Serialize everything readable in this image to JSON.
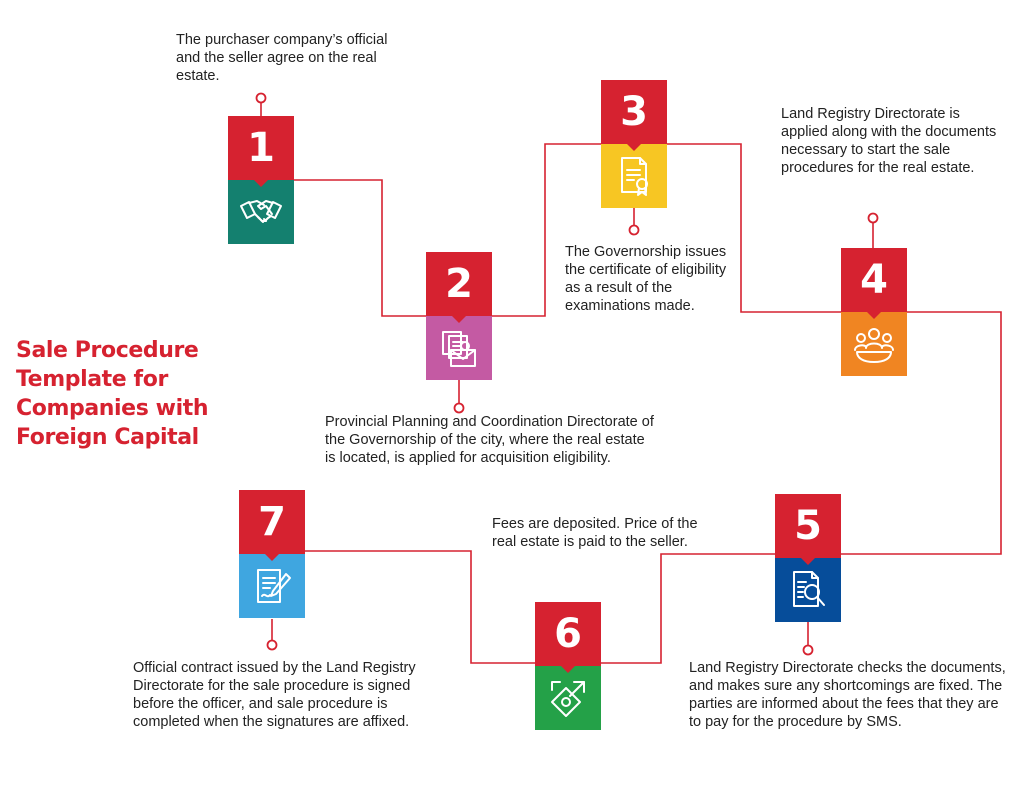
{
  "title_lines": [
    "Sale Procedure",
    "Template for",
    "Companies with",
    "Foreign Capital"
  ],
  "colors": {
    "accent": "#d62230",
    "step1": "#14806f",
    "step2": "#c45aa3",
    "step3": "#f7c623",
    "step4": "#f08522",
    "step5": "#064d9a",
    "step6": "#24a148",
    "step7": "#3fa6e0"
  },
  "steps": [
    {
      "number": "1",
      "icon": "handshake-icon",
      "text": "The purchaser company’s official and the seller agree on the real estate."
    },
    {
      "number": "2",
      "icon": "documents-envelope-icon",
      "text": "Provincial Planning and Coordination Directorate of the Governorship of the city, where the real estate is located, is applied for acquisition eligibility."
    },
    {
      "number": "3",
      "icon": "certificate-document-icon",
      "text": "The Governorship issues the certificate of eligibility as a result of the examinations made."
    },
    {
      "number": "4",
      "icon": "people-meeting-icon",
      "text": "Land Registry Directorate is applied along with the documents necessary to start the sale procedures for the real estate."
    },
    {
      "number": "5",
      "icon": "document-search-icon",
      "text": "Land Registry Directorate checks the documents, and makes sure any shortcomings are fixed. The parties are informed about the fees that they are to pay for the procedure by SMS."
    },
    {
      "number": "6",
      "icon": "money-transfer-icon",
      "text": "Fees are deposited. Price of the real estate is paid to the seller."
    },
    {
      "number": "7",
      "icon": "contract-signing-icon",
      "text": "Official contract issued by the Land Registry Directorate for the sale procedure is signed before the officer, and sale procedure is completed when the signatures are affixed."
    }
  ]
}
